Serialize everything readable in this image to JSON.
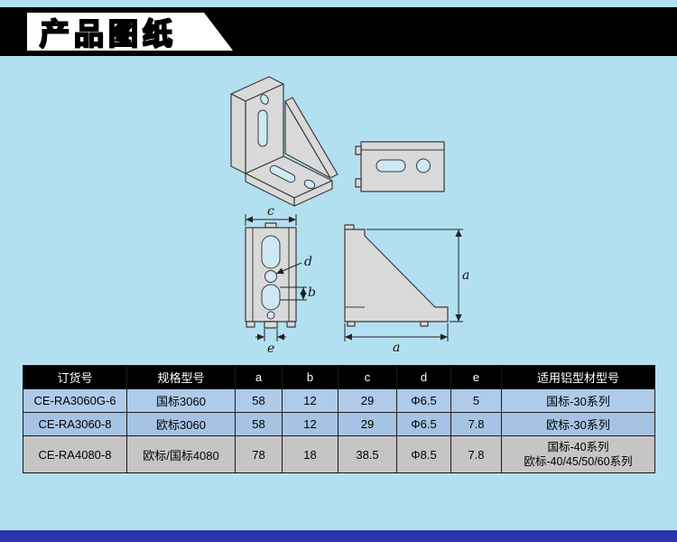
{
  "banner": {
    "title": "产品图纸"
  },
  "drawing": {
    "labels": {
      "c": "c",
      "d": "d",
      "b": "b",
      "e": "e",
      "a_side": "a",
      "a_bottom": "a"
    }
  },
  "table": {
    "headers": [
      "订货号",
      "规格型号",
      "a",
      "b",
      "c",
      "d",
      "e",
      "适用铝型材型号"
    ],
    "rows": [
      [
        "CE-RA3060G-6",
        "国标3060",
        "58",
        "12",
        "29",
        "Φ6.5",
        "5",
        "国标-30系列"
      ],
      [
        "CE-RA3060-8",
        "欧标3060",
        "58",
        "12",
        "29",
        "Φ6.5",
        "7.8",
        "欧标-30系列"
      ],
      [
        "CE-RA4080-8",
        "欧标/国标4080",
        "78",
        "18",
        "38.5",
        "Φ8.5",
        "7.8",
        "国标-40系列\n欧标-40/45/50/60系列"
      ]
    ]
  },
  "colors": {
    "page_background": "#b3e0f1",
    "banner_background": "#000000",
    "banner_plate": "#ffffff",
    "row_blue_1": "#aecbea",
    "row_blue_2": "#a6c3e4",
    "row_gray": "#c5c5c5",
    "table_header_bg": "#000000",
    "bottom_bar": "#2b34ae"
  }
}
